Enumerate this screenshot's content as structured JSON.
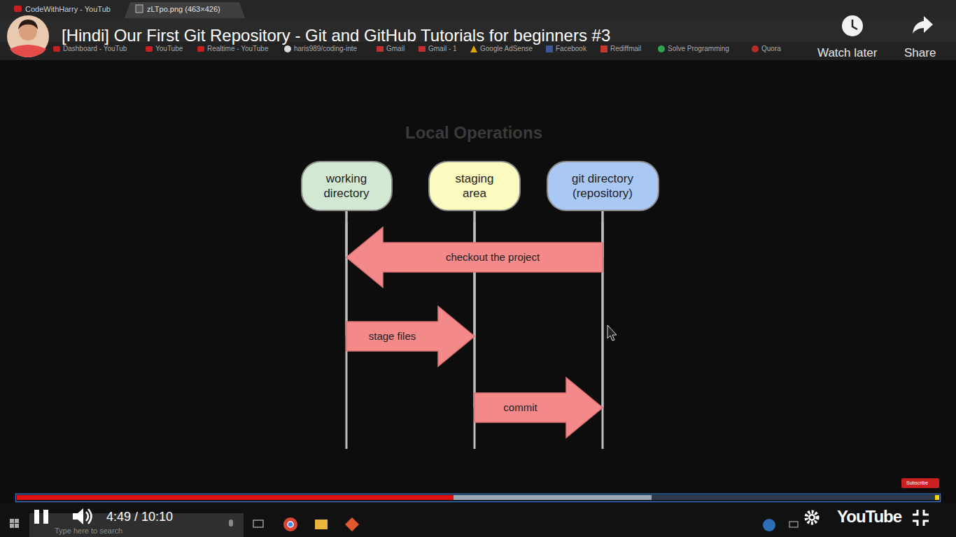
{
  "diagram": {
    "title": "Local Operations",
    "nodes": [
      {
        "text": [
          "working directory"
        ]
      },
      {
        "text": [
          "staging area"
        ]
      },
      {
        "text": [
          "git directory (repository)"
        ]
      }
    ],
    "edges": [
      {
        "from": 2,
        "to": 0,
        "label": "checkout the project",
        "arrow": "to"
      },
      {
        "from": 0,
        "to": 1,
        "label": "stage files",
        "arrow": "to"
      },
      {
        "from": 1,
        "to": 2,
        "label": "commit",
        "arrow": "to"
      }
    ],
    "labels": [
      "CodeWithHarry - YouTub",
      "zLTpo.png (463×426)",
      "[Hindi] Our First Git Repository - Git and GitHub Tutorials for beginners #3",
      "Dashboard - YouTub",
      "YouTube",
      "Realtime - YouTube",
      "haris989/coding-inte",
      "Gmail",
      "Gmail - 1",
      "Google AdSense",
      "Facebook",
      "Rediffmail",
      "Solve Programming",
      "Quora",
      "Watch later",
      "Share",
      "Subscribe",
      "4:49 / 10:10",
      "Type here to search",
      "YouTube"
    ]
  }
}
